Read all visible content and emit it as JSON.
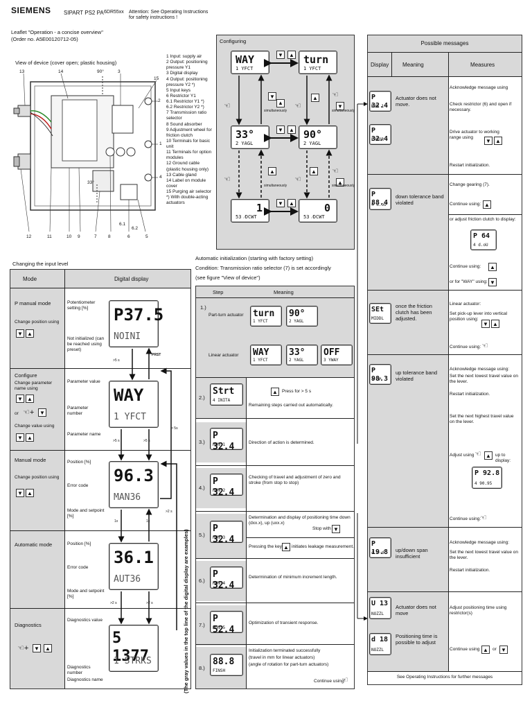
{
  "header": {
    "brand": "SIEMENS",
    "product": "SIPART PS2 PA",
    "order_code": "6DR55xx",
    "attention": "Attention: See Operating Instructions for safety instructions !",
    "leaflet": "Leaflet \"Operation - a concise overview\"",
    "order_no": "(Order no. A5E00120712-05)"
  },
  "device_view": {
    "title": "View of device (cover open; plastic housing)",
    "labels_top": [
      "13",
      "14",
      "90°",
      "3",
      "15"
    ],
    "labels_bottom": [
      "12",
      "11",
      "10",
      "9",
      "7",
      "8",
      "6",
      "5"
    ],
    "labels_mid": [
      "33°",
      "6.1",
      "6.2",
      "2",
      "1",
      "4"
    ],
    "legend": [
      "1 Input: supply air",
      "2 Output: positioning pressure Y1",
      "3 Digital display",
      "4 Output: positioning pressure Y2 *)",
      "5 Input keys",
      "6 Restrictor Y1",
      "6.1 Restrictor Y1 *)",
      "6.2 Restrictor Y2 *)",
      "7 Transmission ratio selector",
      "8 Sound absorber",
      "9 Adjustment wheel for friction clutch",
      "10 Terminals for basic unit",
      "11 Terminals for option modules",
      "12 Ground cable (plastic housing only)",
      "13 Cable gland",
      "14 Label on module cover",
      "15 Purging air selector",
      "*) With double-acting actuators"
    ]
  },
  "configuring": {
    "title": "Configuring",
    "simultaneously": "simultaneously",
    "lcds": [
      {
        "top": "WAY",
        "bottom": "1 YFCT"
      },
      {
        "top": "turn",
        "bottom": "1 YFCT"
      },
      {
        "top": "33°",
        "bottom": "2 YAGL"
      },
      {
        "top": "90°",
        "bottom": "2 YAGL"
      },
      {
        "top": "1",
        "bottom": "53 ⁄DCWT"
      },
      {
        "top": "0",
        "bottom": "53 ⁄DCWT"
      }
    ]
  },
  "possible_messages": {
    "title": "Possible messages",
    "columns": [
      "Display",
      "Meaning",
      "Measures"
    ],
    "rows": [
      {
        "lcds": [
          {
            "top": "P 32.4",
            "bottom": "RUN 1"
          },
          {
            "top": "P 32.4",
            "bottom": "ERROR"
          }
        ],
        "meaning": "Actuator does not move.",
        "measures": [
          "Acknowledge message using",
          "Check restrictor (6) and open if necessary.",
          "Drive actuator to working range using",
          "Restart initialization."
        ]
      },
      {
        "lcds": [
          {
            "top": "P 88.4",
            "bottom": "4 d.oU"
          }
        ],
        "meaning": "down tolerance band violated",
        "measures": [
          "Change gearing (7).",
          "Continue using:",
          "or adjust friction clutch to display:",
          "Continue using:",
          "or for \"WAY\" using:"
        ],
        "inner_lcd": {
          "top": "P 64",
          "bottom": "4 d.oU"
        }
      },
      {
        "lcds": [
          {
            "top": "SEt",
            "bottom": "MIDDL"
          }
        ],
        "meaning": "once the friction clutch has been adjusted.",
        "measures": [
          "Linear actuator:",
          "Set pick-up lever into vertical position using:",
          "Continue using:"
        ]
      },
      {
        "lcds": [
          {
            "top": "P 98.3",
            "bottom": "4 UP"
          }
        ],
        "meaning": "up tolerance band violated",
        "measures": [
          "Acknowledge message using:",
          "Set the next lowest travel value on the lever.",
          "Restart initialization.",
          "Set the next highest travel value on the lever.",
          "Adjust using",
          "up to display:",
          "Continue using:"
        ],
        "inner_lcd": {
          "top": "P 92.8",
          "bottom": "4 90.95"
        }
      },
      {
        "lcds": [
          {
            "top": "P 19.8",
            "bottom": "4 U-d"
          }
        ],
        "meaning": "up/down span insufficient",
        "measures": [
          "Acknowledge message using:",
          "Set the next lowest travel value on the lever.",
          "Restart initialization."
        ]
      },
      {
        "lcds": [
          {
            "top": "U 13",
            "bottom": "NOZZL"
          },
          {
            "top": "d 18",
            "bottom": "NOZZL"
          }
        ],
        "meaning": "Actuator does not move",
        "meaning2": "Positioning time is possible to adjust",
        "measures": [
          "Adjust positioning time using restrictor(s)",
          "Continue using",
          "or"
        ]
      }
    ],
    "footer": "See Operating Instructions for further messages"
  },
  "input_level": {
    "title": "Changing the input level",
    "columns": [
      "Mode",
      "Digital display"
    ],
    "rows": [
      {
        "mode": "P manual mode",
        "sub": "Change position using",
        "labels": [
          "Potentiometer setting [%]",
          "Not initialized (can be reached using preset)"
        ],
        "lcd": {
          "top": "P37.5",
          "bottom": "NOINI"
        }
      },
      {
        "mode": "Configure",
        "sub": "Change parameter name using",
        "sub2": "Change value using",
        "or": "or",
        "labels": [
          "Parameter value",
          "Parameter number",
          "Parameter name"
        ],
        "lcd": {
          "top": "WAY",
          "bottom": "1 YFCT"
        }
      },
      {
        "mode": "Manual mode",
        "sub": "Change position using",
        "labels": [
          "Position [%]",
          "Error code",
          "Mode and setpoint [%]"
        ],
        "lcd": {
          "top": "96.3",
          "bottom": "MAN36"
        }
      },
      {
        "mode": "Automatic mode",
        "labels": [
          "Position [%]",
          "Error code",
          "Mode and setpoint [%]"
        ],
        "lcd": {
          "top": "36.1",
          "bottom": "AUT36"
        }
      },
      {
        "mode": "Diagnostics",
        "labels": [
          "Diagnostics value",
          "Diagnostics number",
          "Diagnostics name"
        ],
        "lcd": {
          "top": "5 1377",
          "bottom": "1 STRKS"
        }
      }
    ],
    "timing": [
      ">5 s",
      ">5 s",
      ">5 s",
      "1x",
      "1x",
      ">2 s",
      ">2 s",
      ">2 s",
      "> 5s"
    ],
    "vertical_note": "(The gray values in the top line of the digital display are examples)",
    "preset": "PRST"
  },
  "auto_init": {
    "title": "Automatic initialization (starting with factory setting)",
    "condition": "Condition: Transmission ratio selector (7) is set accordingly",
    "see": "(see figure \"View of device\")",
    "columns": [
      "Step",
      "Meaning"
    ],
    "step1": {
      "num": "1.)",
      "part_turn": "Part-turn actuator",
      "linear": "Linear actuator",
      "lcds_part": [
        {
          "top": "turn",
          "bottom": "1 YFCT"
        },
        {
          "top": "90°",
          "bottom": "2 YAGL"
        }
      ],
      "lcds_linear": [
        {
          "top": "WAY",
          "bottom": "1 YFCT"
        },
        {
          "top": "33°",
          "bottom": "2 YAGL"
        },
        {
          "top": "OFF",
          "bottom": "3 YWAY"
        }
      ]
    },
    "steps": [
      {
        "num": "2.)",
        "lcd": {
          "top": "Strt",
          "bottom": "4 INITA"
        },
        "meaning": "Press for > 5 s",
        "meaning2": "Remaining steps carried out automatically."
      },
      {
        "num": "3.)",
        "lcd": {
          "top": "P 32.4",
          "bottom": "RUN 1"
        },
        "meaning": "Direction of action is determined."
      },
      {
        "num": "4.)",
        "lcd": {
          "top": "P 32.4",
          "bottom": "RUN 2"
        },
        "meaning": "Checking of travel and adjustment of zero and stroke (from stop to stop)"
      },
      {
        "num": "5.)",
        "lcd": {
          "top": "P 32.4",
          "bottom": "RUN 3"
        },
        "meaning": "Determination and display of positioning time down (dxx.x), up (uxx.x)",
        "stop": "Stop with",
        "meaning2": "Pressing the key",
        "meaning3": "initiates leakage measurement."
      },
      {
        "num": "6.)",
        "lcd": {
          "top": "P 32.4",
          "bottom": "RUN 4"
        },
        "meaning": "Determination of minimum increment length."
      },
      {
        "num": "7.)",
        "lcd": {
          "top": "P 52.4",
          "bottom": "RUN 5"
        },
        "meaning": "Optimization of transient response."
      },
      {
        "num": "8.)",
        "lcd": {
          "top": "88.8",
          "bottom": "FINSH"
        },
        "meaning": "Initialization terminated successfully",
        "meaning2": "(travel in mm for linear actuators)",
        "meaning3": "(angle of rotation for part-turn actuators)",
        "continue": "Continue using:"
      }
    ]
  }
}
